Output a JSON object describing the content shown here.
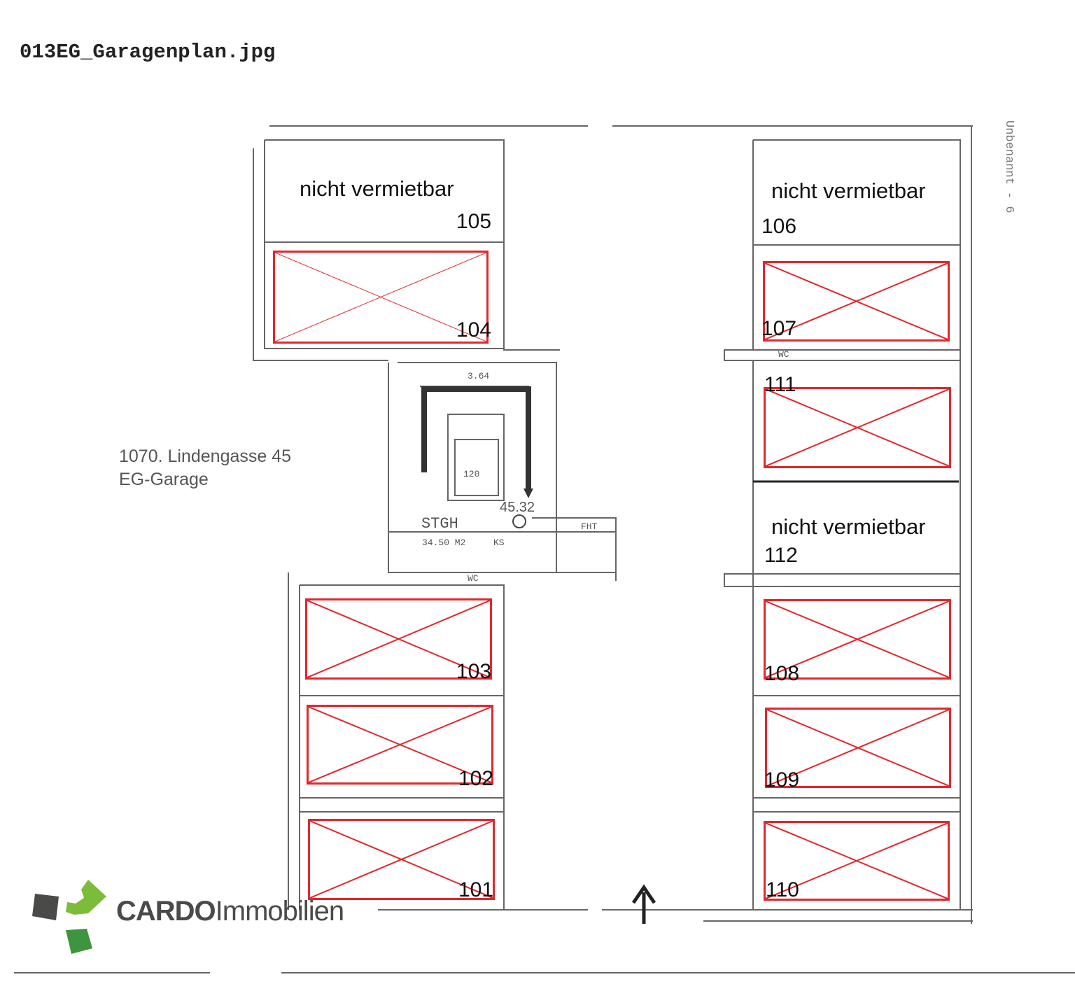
{
  "file_title": "013EG_Garagenplan.jpg",
  "side_label": "Unbenannt - 6",
  "address": {
    "line1": "1070. Lindengasse 45",
    "line2": "EG-Garage"
  },
  "non_rentable_label": "nicht vermietbar",
  "non_rentable_units": [
    {
      "number": "105",
      "label": "nicht vermietbar"
    },
    {
      "number": "106",
      "label": "nicht vermietbar"
    },
    {
      "number": "112",
      "label": "nicht vermietbar"
    }
  ],
  "spaces": [
    {
      "number": "104",
      "status": "crossed-out"
    },
    {
      "number": "107",
      "status": "crossed-out"
    },
    {
      "number": "111",
      "status": "crossed-out"
    },
    {
      "number": "103",
      "status": "crossed-out"
    },
    {
      "number": "102",
      "status": "crossed-out"
    },
    {
      "number": "101",
      "status": "crossed-out"
    },
    {
      "number": "108",
      "status": "crossed-out"
    },
    {
      "number": "109",
      "status": "crossed-out"
    },
    {
      "number": "110",
      "status": "crossed-out"
    }
  ],
  "stairwell": {
    "width": "3.64",
    "name": "STGH",
    "area": "34.50 M2",
    "level": "45.32",
    "ks": "KS",
    "wc_top": "WC",
    "wc_bottom": "WC",
    "fht": "FHT",
    "lift": "120"
  },
  "logo": {
    "brand_bold": "CARDO",
    "brand_light": "Immobilien"
  },
  "colors": {
    "cross": "#e0282d",
    "logo_green": "#7dbb3a",
    "logo_dark_green": "#3f9440",
    "logo_gray": "#4a4a48"
  }
}
